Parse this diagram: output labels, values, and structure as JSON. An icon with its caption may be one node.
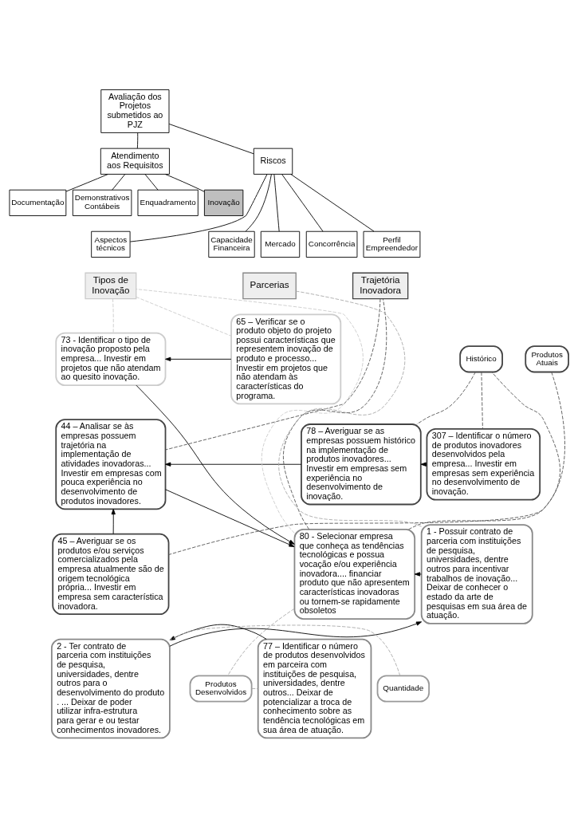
{
  "diagram": {
    "nodes": [
      {
        "text": [
          "Avaliação dos Projetos submetidos ao PJZ"
        ]
      },
      {
        "text": [
          "Atendimento aos Requisitos"
        ]
      },
      {
        "text": [
          "Riscos"
        ]
      },
      {
        "text": [
          "Documentação"
        ]
      },
      {
        "text": [
          "Demonstrativos Contábeis"
        ]
      },
      {
        "text": [
          "Enquadramento"
        ]
      },
      {
        "text": [
          "Inovação"
        ]
      },
      {
        "text": [
          "Aspectos técnicos"
        ]
      },
      {
        "text": [
          "Capacidade Financeira"
        ]
      },
      {
        "text": [
          "Mercado"
        ]
      },
      {
        "text": [
          "Concorrência"
        ]
      },
      {
        "text": [
          "Perfil Empreendedor"
        ]
      },
      {
        "text": [
          "Tipos de Inovação"
        ]
      },
      {
        "text": [
          "73 - Identificar o tipo de inovação proposto pela empresa... Investir em projetos que não atendam ao quesito inovação."
        ]
      },
      {
        "text": [
          "65 – Verificar se o produto objeto do projeto possui características que representem inovação de produto e processo... Investir em projetos que não atendam às características do programa."
        ]
      },
      {
        "text": [
          "Trajetória Inovadora"
        ]
      },
      {
        "text": [
          "44 – Analisar se às empresas possuem trajetória na implementação de atividades inovadoras... Investir em empresas com pouca experiência no desenvolvimento de produtos inovadores."
        ]
      },
      {
        "text": [
          "78 – Averiguar se as empresas possuem histórico na implementação de produtos inovadores... Investir em empresas sem experiência no desenvolvimento de inovação."
        ]
      },
      {
        "text": [
          "307 – Identificar o número de produtos inovadores desenvolvidos pela empresa... Investir em empresas sem experiência no desenvolvimento de inovação."
        ]
      },
      {
        "text": [
          "Histórico"
        ]
      },
      {
        "text": [
          "45 – Averiguar se os produtos e/ou serviços comercializados pela empresa atualmente são de origem tecnológica própria... Investir em empresa sem característica inovadora."
        ]
      },
      {
        "text": [
          "Produtos Atuais"
        ]
      },
      {
        "text": [
          "80 - Selecionar empresa que conheça as tendências tecnológicas e possua vocação e/ou experiência inovadora.... financiar produto que não apresentem características inovadoras ou tornem-se rapidamente obsoletos"
        ]
      },
      {
        "text": [
          "Parcerias"
        ]
      },
      {
        "text": [
          "1 - Possuir contrato de parceria com instituições de pesquisa, universidades, dentre outros para incentivar trabalhos de inovação... Deixar de conhecer o estado da arte de pesquisas em sua área de atuação."
        ]
      },
      {
        "text": [
          "2 - Ter contrato de parceria com instituições de pesquisa, universidades, dentre outros para o desenvolvimento do produto . ... Deixar de poder utilizar infra-estrutura para gerar e ou testar conhecimentos inovadores."
        ]
      },
      {
        "text": [
          "77 – Identificar o número de produtos desenvolvidos em parceira com instituições de pesquisa, universidades, dentre outros... Deixar de potencializar a troca de conhecimento sobre as tendência tecnológicas em sua área de atuação."
        ]
      },
      {
        "text": [
          "Quantidade"
        ]
      },
      {
        "text": [
          "Produtos Desenvolvidos"
        ]
      }
    ],
    "edges": [
      {
        "from": 0,
        "to": 1,
        "arrow": "none"
      },
      {
        "from": 0,
        "to": 2,
        "arrow": "none"
      },
      {
        "from": 1,
        "to": 3,
        "arrow": "none"
      },
      {
        "from": 1,
        "to": 4,
        "arrow": "none"
      },
      {
        "from": 1,
        "to": 5,
        "arrow": "none"
      },
      {
        "from": 1,
        "to": 6,
        "arrow": "none"
      },
      {
        "from": 2,
        "to": 7,
        "arrow": "none"
      },
      {
        "from": 2,
        "to": 8,
        "arrow": "none"
      },
      {
        "from": 2,
        "to": 9,
        "arrow": "none"
      },
      {
        "from": 2,
        "to": 10,
        "arrow": "none"
      },
      {
        "from": 2,
        "to": 11,
        "arrow": "none"
      },
      {
        "from": 12,
        "to": 13,
        "arrow": "none",
        "style": "dashed",
        "color": "#cccccc"
      },
      {
        "from": 12,
        "to": 14,
        "arrow": "none",
        "style": "dashed",
        "color": "#cccccc"
      },
      {
        "from": 14,
        "to": 13,
        "arrow": "to"
      },
      {
        "from": 15,
        "to": 16,
        "arrow": "none",
        "style": "dashed",
        "color": "#555555"
      },
      {
        "from": 17,
        "to": 16,
        "arrow": "to"
      },
      {
        "from": 20,
        "to": 16,
        "arrow": "to"
      },
      {
        "from": 18,
        "to": 17,
        "arrow": "to"
      },
      {
        "from": 19,
        "to": 17,
        "arrow": "none",
        "style": "dashed",
        "color": "#555555"
      },
      {
        "from": 19,
        "to": 18,
        "arrow": "none",
        "style": "dashed",
        "color": "#555555"
      },
      {
        "from": 21,
        "to": 20,
        "arrow": "none",
        "style": "dashed",
        "color": "#555555"
      },
      {
        "from": 13,
        "to": 22,
        "arrow": "to"
      },
      {
        "from": 16,
        "to": 22,
        "arrow": "to"
      },
      {
        "from": 24,
        "to": 22,
        "arrow": "to"
      },
      {
        "from": 22,
        "to": 12,
        "arrow": "none",
        "style": "dashed",
        "color": "#cccccc"
      },
      {
        "from": 22,
        "to": 15,
        "arrow": "none",
        "style": "dashed",
        "color": "#555555"
      },
      {
        "from": 22,
        "to": 19,
        "arrow": "none",
        "style": "dashed",
        "color": "#555555"
      },
      {
        "from": 22,
        "to": 28,
        "arrow": "none",
        "style": "dashed",
        "color": "#aaaaaa"
      },
      {
        "from": 23,
        "to": 24,
        "arrow": "none",
        "style": "dashed",
        "color": "#aaaaaa"
      },
      {
        "from": 25,
        "to": 24,
        "arrow": "to"
      },
      {
        "from": 26,
        "to": 25,
        "arrow": "to"
      },
      {
        "from": 27,
        "to": 25,
        "arrow": "none",
        "style": "dashed",
        "color": "#aaaaaa"
      },
      {
        "from": 28,
        "to": 26,
        "arrow": "none",
        "style": "dashed",
        "color": "#aaaaaa"
      }
    ]
  }
}
